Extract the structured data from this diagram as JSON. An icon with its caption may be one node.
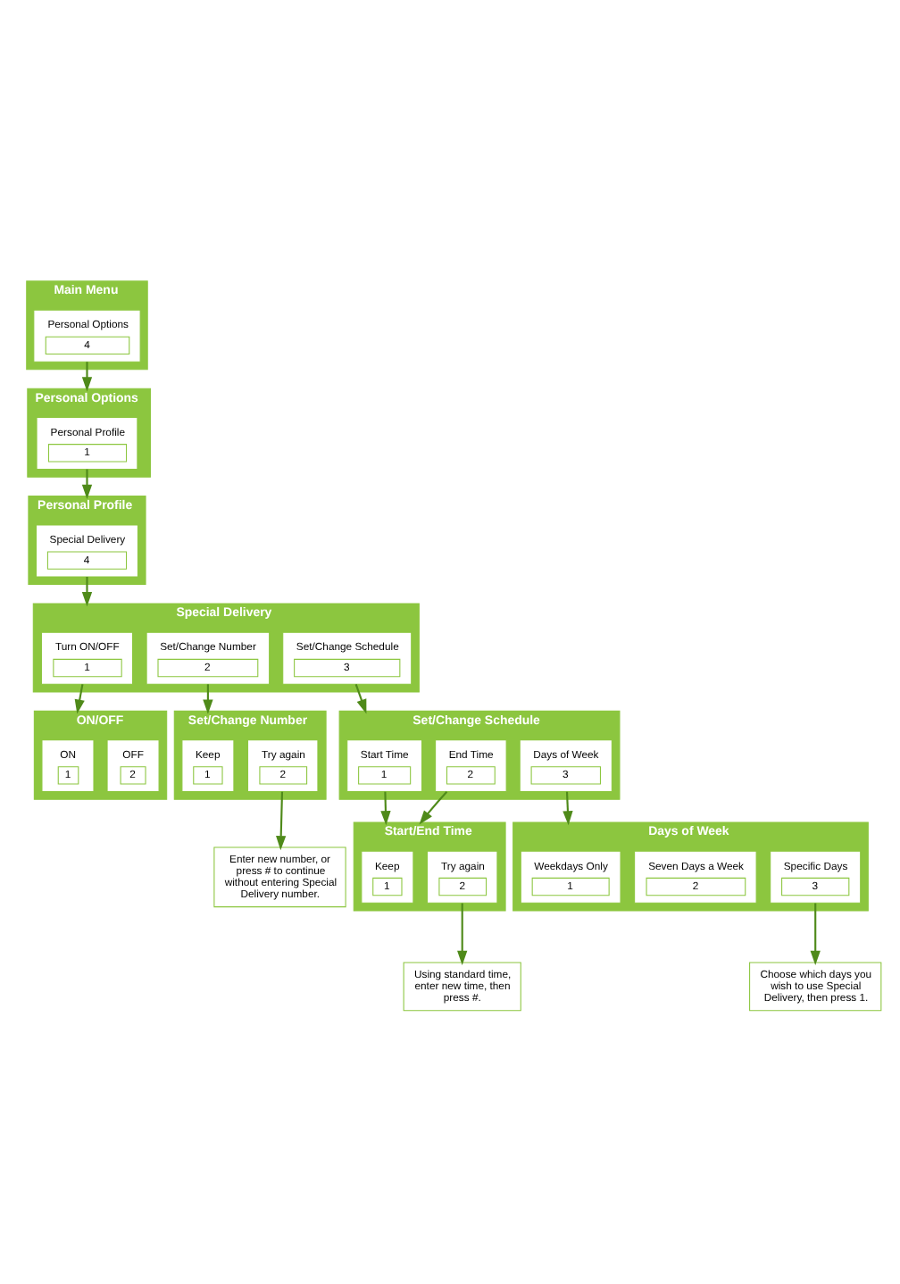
{
  "diagram": {
    "nodes": [
      {
        "text": [
          "Main Menu"
        ]
      },
      {
        "text": [
          "Personal Options",
          "4"
        ],
        "in": 0
      },
      {
        "text": [
          "Personal Options"
        ]
      },
      {
        "text": [
          "Personal Profile",
          "1"
        ],
        "in": 2
      },
      {
        "text": [
          "Personal Profile"
        ]
      },
      {
        "text": [
          "Special Delivery",
          "4"
        ],
        "in": 4
      },
      {
        "text": [
          "Special Delivery"
        ]
      },
      {
        "text": [
          "Turn ON/OFF",
          "1"
        ],
        "in": 6
      },
      {
        "text": [
          "Set/Change Number",
          "2"
        ],
        "in": 6
      },
      {
        "text": [
          "Set/Change Schedule",
          "3"
        ],
        "in": 6
      },
      {
        "text": [
          "ON/OFF"
        ]
      },
      {
        "text": [
          "ON",
          "1"
        ],
        "in": 10
      },
      {
        "text": [
          "OFF",
          "2"
        ],
        "in": 10
      },
      {
        "text": [
          "Set/Change Number"
        ]
      },
      {
        "text": [
          "Keep",
          "1"
        ],
        "in": 13
      },
      {
        "text": [
          "Try again",
          "2"
        ],
        "in": 13
      },
      {
        "text": [
          "Set/Change Schedule"
        ]
      },
      {
        "text": [
          "Start Time",
          "1"
        ],
        "in": 16
      },
      {
        "text": [
          "End Time",
          "2"
        ],
        "in": 16
      },
      {
        "text": [
          "Days of Week",
          "3"
        ],
        "in": 16
      },
      {
        "text": [
          "Enter new number, or press # to continue without entering Special Delivery number."
        ]
      },
      {
        "text": [
          "Start/End Time"
        ]
      },
      {
        "text": [
          "Keep",
          "1"
        ],
        "in": 21
      },
      {
        "text": [
          "Try again",
          "2"
        ],
        "in": 21
      },
      {
        "text": [
          "Days of Week"
        ]
      },
      {
        "text": [
          "Weekdays Only",
          "1"
        ],
        "in": 24
      },
      {
        "text": [
          "Seven Days a Week",
          "2"
        ],
        "in": 24
      },
      {
        "text": [
          "Specific Days",
          "3"
        ],
        "in": 24
      },
      {
        "text": [
          "Using standard time, enter new time, then press #."
        ]
      },
      {
        "text": [
          "Choose which days you wish to use Special Delivery, then press 1."
        ]
      }
    ],
    "edges": [
      {
        "from": 1,
        "to": 2,
        "arrow": "to"
      },
      {
        "from": 3,
        "to": 4,
        "arrow": "to"
      },
      {
        "from": 5,
        "to": 6,
        "arrow": "to"
      },
      {
        "from": 7,
        "to": 10,
        "arrow": "to"
      },
      {
        "from": 8,
        "to": 13,
        "arrow": "to"
      },
      {
        "from": 9,
        "to": 16,
        "arrow": "to"
      },
      {
        "from": 15,
        "to": 20,
        "arrow": "to"
      },
      {
        "from": 17,
        "to": 21,
        "arrow": "to"
      },
      {
        "from": 18,
        "to": 21,
        "arrow": "to"
      },
      {
        "from": 19,
        "to": 24,
        "arrow": "to"
      },
      {
        "from": 23,
        "to": 28,
        "arrow": "to"
      },
      {
        "from": 27,
        "to": 29,
        "arrow": "to"
      }
    ]
  }
}
